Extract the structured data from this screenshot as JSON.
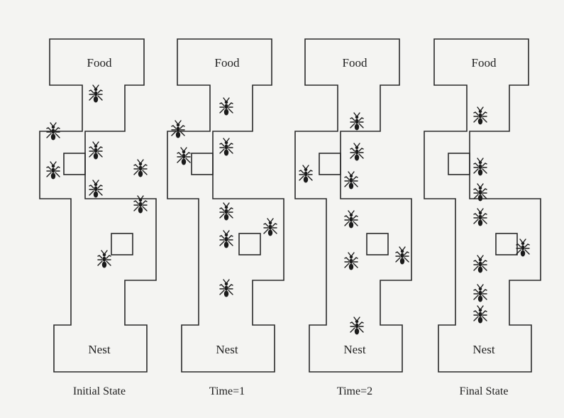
{
  "panels": [
    {
      "caption": "Initial State",
      "top_label": "Food",
      "bottom_label": "Nest",
      "ants": [
        [
          80,
          -43
        ],
        [
          20,
          10
        ],
        [
          80,
          37
        ],
        [
          20,
          65
        ],
        [
          80,
          91
        ],
        [
          143,
          62
        ],
        [
          143,
          113
        ],
        [
          92,
          190
        ]
      ]
    },
    {
      "caption": "Time=1",
      "top_label": "Food",
      "bottom_label": "Nest",
      "ants": [
        [
          84,
          -25
        ],
        [
          16,
          7
        ],
        [
          84,
          32
        ],
        [
          24,
          45
        ],
        [
          84,
          123
        ],
        [
          84,
          162
        ],
        [
          146,
          145
        ],
        [
          84,
          231
        ]
      ]
    },
    {
      "caption": "Time=2",
      "top_label": "Food",
      "bottom_label": "Nest",
      "ants": [
        [
          88,
          -4
        ],
        [
          88,
          39
        ],
        [
          16,
          70
        ],
        [
          80,
          79
        ],
        [
          80,
          134
        ],
        [
          80,
          193
        ],
        [
          152,
          185
        ],
        [
          88,
          284
        ]
      ]
    },
    {
      "caption": "Final State",
      "top_label": "Food",
      "bottom_label": "Nest",
      "ants": [
        [
          80,
          -12
        ],
        [
          80,
          60
        ],
        [
          80,
          96
        ],
        [
          80,
          131
        ],
        [
          80,
          197
        ],
        [
          140,
          174
        ],
        [
          80,
          238
        ],
        [
          80,
          268
        ]
      ]
    }
  ]
}
